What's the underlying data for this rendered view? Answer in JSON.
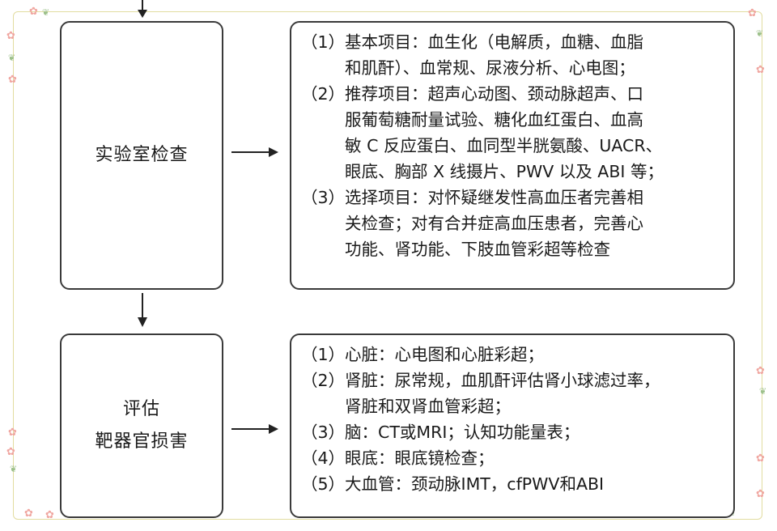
{
  "steps": [
    {
      "label_lines": [
        "实验室检查"
      ],
      "items": [
        {
          "num": "（1）",
          "lines": [
            "基本项目：血生化（电解质，血糖、血脂",
            "和肌酐）、血常规、尿液分析、心电图；"
          ]
        },
        {
          "num": "（2）",
          "lines": [
            "推荐项目：超声心动图、颈动脉超声、口",
            "服葡萄糖耐量试验、糖化血红蛋白、血高",
            "敏 C 反应蛋白、血同型半胱氨酸、UACR、",
            "眼底、胸部 X 线摄片、PWV 以及 ABI 等；"
          ]
        },
        {
          "num": "（3）",
          "lines": [
            "选择项目：对怀疑继发性高血压者完善相",
            "关检查；对有合并症高血压患者，完善心",
            "功能、肾功能、下肢血管彩超等检查"
          ]
        }
      ]
    },
    {
      "label_lines": [
        "评估",
        "靶器官损害"
      ],
      "items": [
        {
          "num": "（1）",
          "lines": [
            "心脏：心电图和心脏彩超；"
          ]
        },
        {
          "num": "（2）",
          "lines": [
            "肾脏：尿常规，血肌酐评估肾小球滤过率，",
            "肾脏和双肾血管彩超；"
          ]
        },
        {
          "num": "（3）",
          "lines": [
            "脑：CT或MRI；认知功能量表；"
          ]
        },
        {
          "num": "（4）",
          "lines": [
            "眼底：眼底镜检查；"
          ]
        },
        {
          "num": "（5）",
          "lines": [
            "大血管：颈动脉IMT，cfPWV和ABI"
          ]
        }
      ]
    }
  ],
  "colors": {
    "border": "#3a3a3a",
    "frame": "#e2dca0",
    "flower_pink": "#f0a6a0",
    "flower_green": "#9cc08a"
  }
}
